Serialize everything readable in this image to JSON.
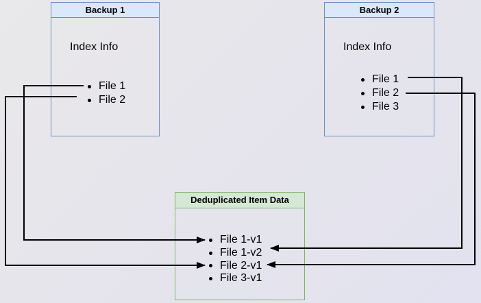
{
  "diagram": {
    "backup1": {
      "title": "Backup 1",
      "subtitle": "Index Info",
      "files": [
        "File 1",
        "File 2"
      ]
    },
    "backup2": {
      "title": "Backup 2",
      "subtitle": "Index Info",
      "files": [
        "File 1",
        "File 2",
        "File 3"
      ]
    },
    "dedup": {
      "title": "Deduplicated Item Data",
      "items": [
        "File 1-v1",
        "File 1-v2",
        "File 2-v1",
        "File 3-v1"
      ]
    },
    "connections": [
      {
        "from": "backup1.File 1",
        "to": "dedup.File 1-v1"
      },
      {
        "from": "backup1.File 2",
        "to": "dedup.File 2-v1"
      },
      {
        "from": "backup2.File 1",
        "to": "dedup.File 1-v2"
      },
      {
        "from": "backup2.File 2",
        "to": "dedup.File 2-v1"
      }
    ],
    "colors": {
      "backup_box_border": "#6c8ebf",
      "backup_header_fill": "#dae8fc",
      "dedup_box_border": "#82b366",
      "dedup_header_fill": "#d5e8d4",
      "connector": "#000000",
      "background": "#e5e4ec",
      "text": "#000000"
    }
  }
}
